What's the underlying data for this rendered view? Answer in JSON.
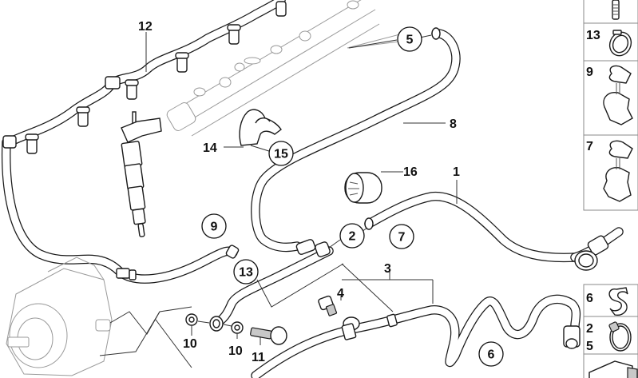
{
  "diagram": {
    "title": "Fuel lines / fuel rail parts diagram",
    "callouts": {
      "plain": [
        {
          "id": "1",
          "label": "1"
        },
        {
          "id": "3",
          "label": "3"
        },
        {
          "id": "4",
          "label": "4"
        },
        {
          "id": "8",
          "label": "8"
        },
        {
          "id": "10a",
          "label": "10"
        },
        {
          "id": "10b",
          "label": "10"
        },
        {
          "id": "11",
          "label": "11"
        },
        {
          "id": "12",
          "label": "12"
        },
        {
          "id": "14",
          "label": "14"
        },
        {
          "id": "16",
          "label": "16"
        }
      ],
      "circled": [
        {
          "id": "2",
          "label": "2"
        },
        {
          "id": "5",
          "label": "5"
        },
        {
          "id": "6",
          "label": "6"
        },
        {
          "id": "7",
          "label": "7"
        },
        {
          "id": "9",
          "label": "9"
        },
        {
          "id": "13",
          "label": "13"
        },
        {
          "id": "15",
          "label": "15"
        }
      ]
    },
    "side_panel": {
      "top_boxes": [
        {
          "label": "",
          "icon": "bolt-icon"
        },
        {
          "label": "13",
          "icon": "hose-clamp-icon"
        },
        {
          "label": "9",
          "icon": "double-clip-icon"
        },
        {
          "label": "7",
          "icon": "double-clip-icon"
        }
      ],
      "bottom_boxes": [
        {
          "label": "6",
          "icon": "s-clip-icon"
        },
        {
          "label_line1": "2",
          "label_line2": "5",
          "icon": "worm-clamp-icon"
        },
        {
          "label": "",
          "icon": "fuel-line-piece-icon"
        }
      ]
    }
  },
  "colors": {
    "line": "#1a1a1a",
    "ghost": "#9a9a9a",
    "panel_border": "#8a8a8a",
    "background": "#ffffff"
  }
}
